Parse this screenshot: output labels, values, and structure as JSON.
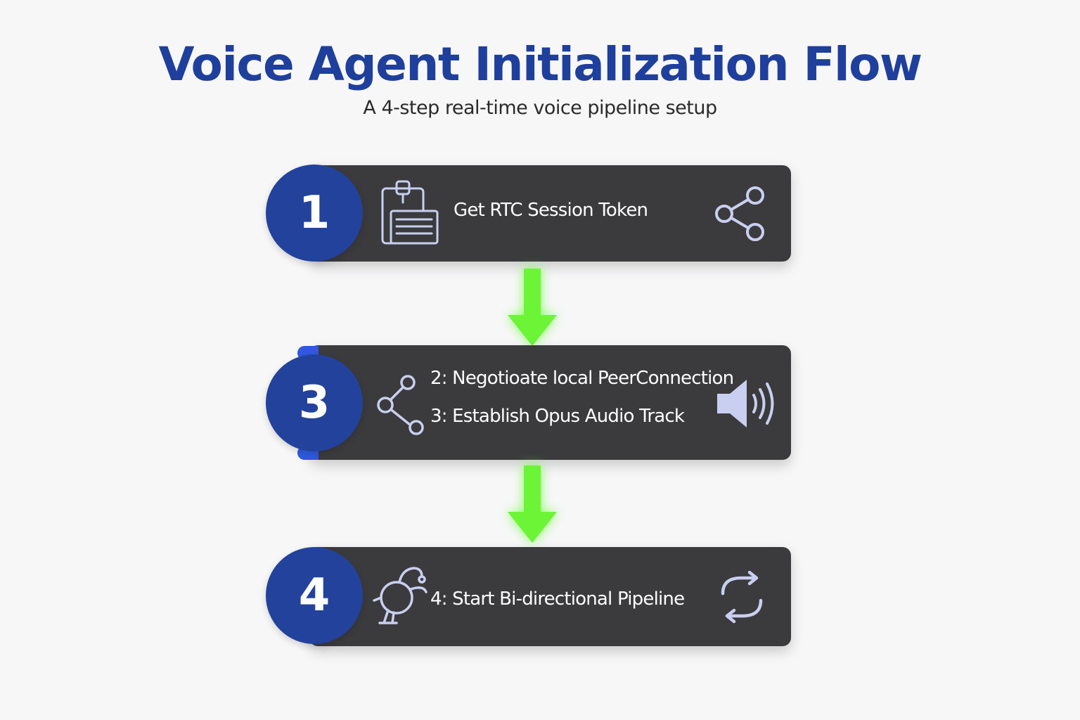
{
  "title": "Voice Agent Initialization Flow",
  "subtitle": "A 4-step real-time voice pipeline setup",
  "colors": {
    "title": "#1f3f9c",
    "badge": "#22429c",
    "card": "#3b3b3d",
    "arrow": "#6cf536",
    "icon": "#c9cff0"
  },
  "steps": [
    {
      "badge": "1",
      "lines": [
        "Get RTC Session Token"
      ],
      "left_icon": "clipboard-id-icon",
      "right_icon": "share-icon"
    },
    {
      "badge": "3",
      "lines": [
        "2: Negotioate local PeerConnection",
        "3: Establish Opus Audio Track"
      ],
      "left_icon": "connection-nodes-icon",
      "right_icon": "speaker-icon"
    },
    {
      "badge": "4",
      "lines": [
        "4: Start Bi-directional Pipeline"
      ],
      "left_icon": "pipeline-robot-icon",
      "right_icon": "refresh-cycle-icon"
    }
  ]
}
